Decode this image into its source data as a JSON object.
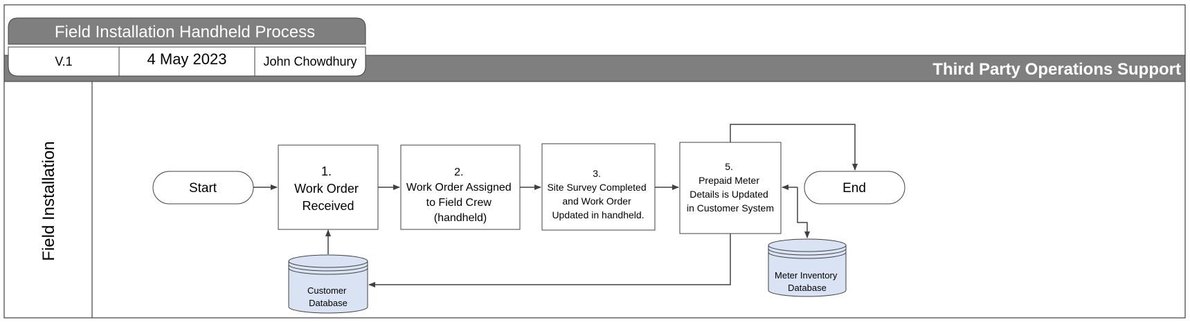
{
  "header": {
    "title": "Field Installation Handheld Process",
    "version": "V.1",
    "date": "4 May 2023",
    "author": "John Chowdhury",
    "department": "Third Party Operations Support"
  },
  "lane": {
    "label": "Field Installation"
  },
  "nodes": {
    "start": "Start",
    "end": "End",
    "step1": [
      "1.",
      "Work Order",
      "Received"
    ],
    "step2": [
      "2.",
      "Work Order Assigned",
      "to Field Crew",
      "(handheld)"
    ],
    "step3": [
      "3.",
      "Site Survey Completed",
      "and Work Order",
      "Updated in handheld."
    ],
    "step5": [
      "5.",
      "Prepaid Meter",
      "Details is Updated",
      "in Customer System"
    ]
  },
  "databases": {
    "customer": [
      "Customer",
      "Database"
    ],
    "meter": [
      "Meter Inventory",
      "Database"
    ]
  },
  "colors": {
    "header_gray": "#7f7f7f",
    "db_fill": "#dae3f3",
    "line": "#404040"
  }
}
